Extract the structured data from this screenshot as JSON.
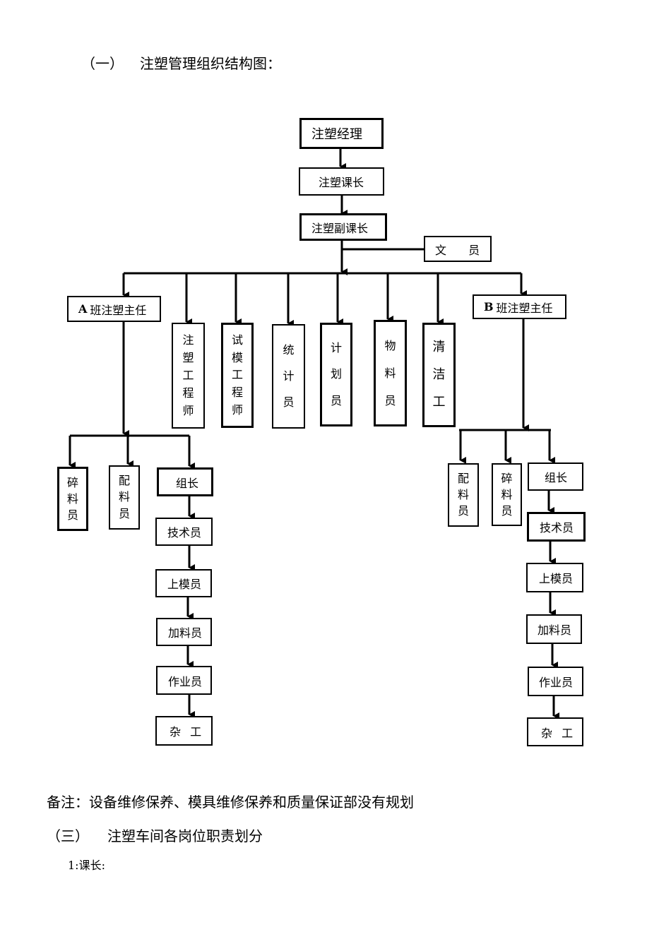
{
  "heading_1": {
    "num": "（一）",
    "text": "注塑管理组织结构图："
  },
  "top": {
    "manager": "注塑经理",
    "section_chief": "注塑课长",
    "deputy_chief": "注塑副课长",
    "clerk": "文 员"
  },
  "middle_roles": [
    {
      "key": "inj_engineer",
      "chars": [
        "注",
        "塑",
        "工",
        "程",
        "师"
      ]
    },
    {
      "key": "trial_engineer",
      "chars": [
        "试",
        "模",
        "工",
        "程",
        "师"
      ]
    },
    {
      "key": "statistician",
      "chars": [
        "统",
        "计",
        "员"
      ]
    },
    {
      "key": "planner",
      "chars": [
        "计",
        "划",
        "员"
      ]
    },
    {
      "key": "material_clerk",
      "chars": [
        "物",
        "料",
        "员"
      ]
    },
    {
      "key": "cleaner",
      "chars": [
        "清",
        "洁",
        "工"
      ]
    }
  ],
  "shift_a": {
    "head_letter": "A",
    "head_text": "班注塑主任",
    "crusher": [
      "碎",
      "料",
      "员"
    ],
    "mixer": [
      "配",
      "料",
      "员"
    ],
    "chain": [
      "组长",
      "技术员",
      "上模员",
      "加料员",
      "作业员",
      "杂 工"
    ]
  },
  "shift_b": {
    "head_letter": "B",
    "head_text": "班注塑主任",
    "mixer": [
      "配",
      "料",
      "员"
    ],
    "crusher": [
      "碎",
      "料",
      "员"
    ],
    "chain": [
      "组长",
      "技术员",
      "上模员",
      "加料员",
      "作业员",
      "杂 工"
    ]
  },
  "note": "备注：设备维修保养、模具维修保养和质量保证部没有规划",
  "heading_3": {
    "num": "（三）",
    "text": "注塑车间各岗位职责划分"
  },
  "item_1": "1:课长:"
}
